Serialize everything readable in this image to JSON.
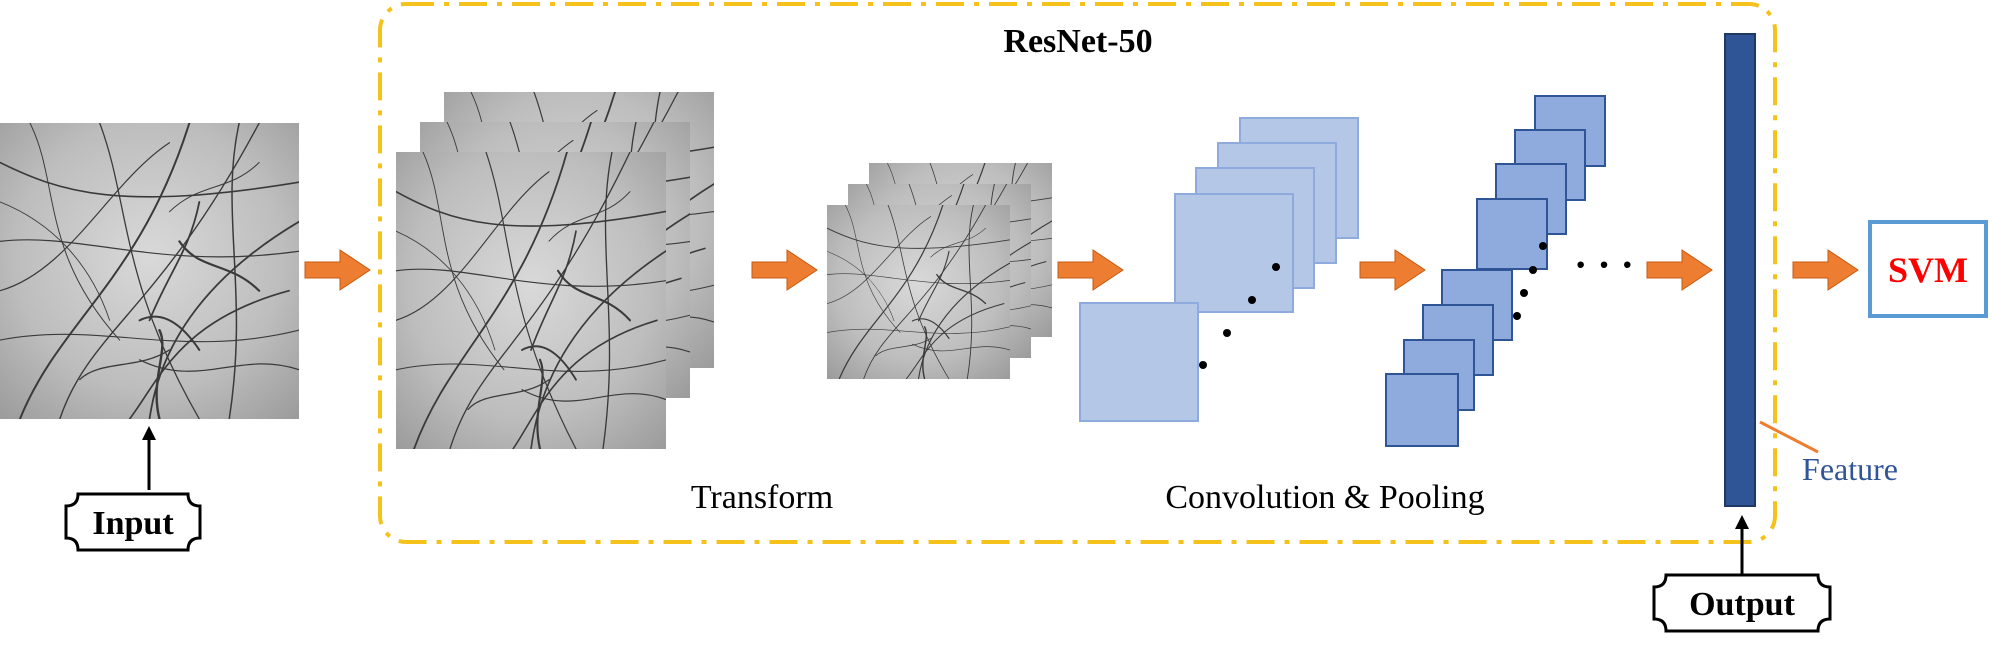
{
  "diagram": {
    "container_title": "ResNet-50",
    "labels": {
      "input": "Input",
      "output": "Output",
      "transform": "Transform",
      "conv_pool": "Convolution & Pooling",
      "feature": "Feature",
      "svm": "SVM",
      "ellipsis": "· · ·"
    },
    "colors": {
      "container_border": "#F5C21B",
      "arrow": "#ED7D31",
      "conv_light_fill": "#B4C7E7",
      "conv_light_stroke": "#8FAADC",
      "conv_mid_fill": "#8FAADC",
      "conv_mid_stroke": "#2F5597",
      "feature_bar": "#2F5597",
      "feature_text": "#2F5597",
      "svm_text": "#FF0000",
      "svm_border": "#5B9BD5",
      "feature_pointer": "#ED7D31"
    },
    "icons": {
      "image_tile": "fiber-micrograph-image"
    }
  }
}
